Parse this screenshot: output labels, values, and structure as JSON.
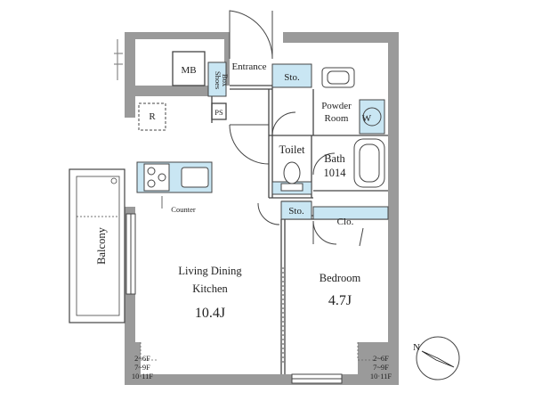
{
  "rooms": {
    "ldk_line1": "Living Dining",
    "ldk_line2": "Kitchen",
    "ldk_size": "10.4J",
    "bedroom_name": "Bedroom",
    "bedroom_size": "4.7J",
    "bath_name": "Bath",
    "bath_size": "1014",
    "toilet": "Toilet",
    "powder_line1": "Powder",
    "powder_line2": "Room",
    "entrance": "Entrance",
    "balcony": "Balcony"
  },
  "fixtures": {
    "mb": "MB",
    "shoes_box_line1": "Shoes",
    "shoes_box_line2": "Box",
    "storage_top": "Sto.",
    "storage_mid": "Sto.",
    "closet": "Clo.",
    "ps": "PS",
    "refrigerator": "R",
    "washer": "W",
    "counter": "Counter"
  },
  "floor_notes_left": [
    "2~6F",
    "7~9F",
    "10·11F"
  ],
  "floor_notes_right": [
    "2~6F",
    "7~9F",
    "10·11F"
  ],
  "compass": "N",
  "colors": {
    "wall": "#9a9a9a",
    "storage_fill": "#c9e6f3",
    "line": "#444444"
  }
}
